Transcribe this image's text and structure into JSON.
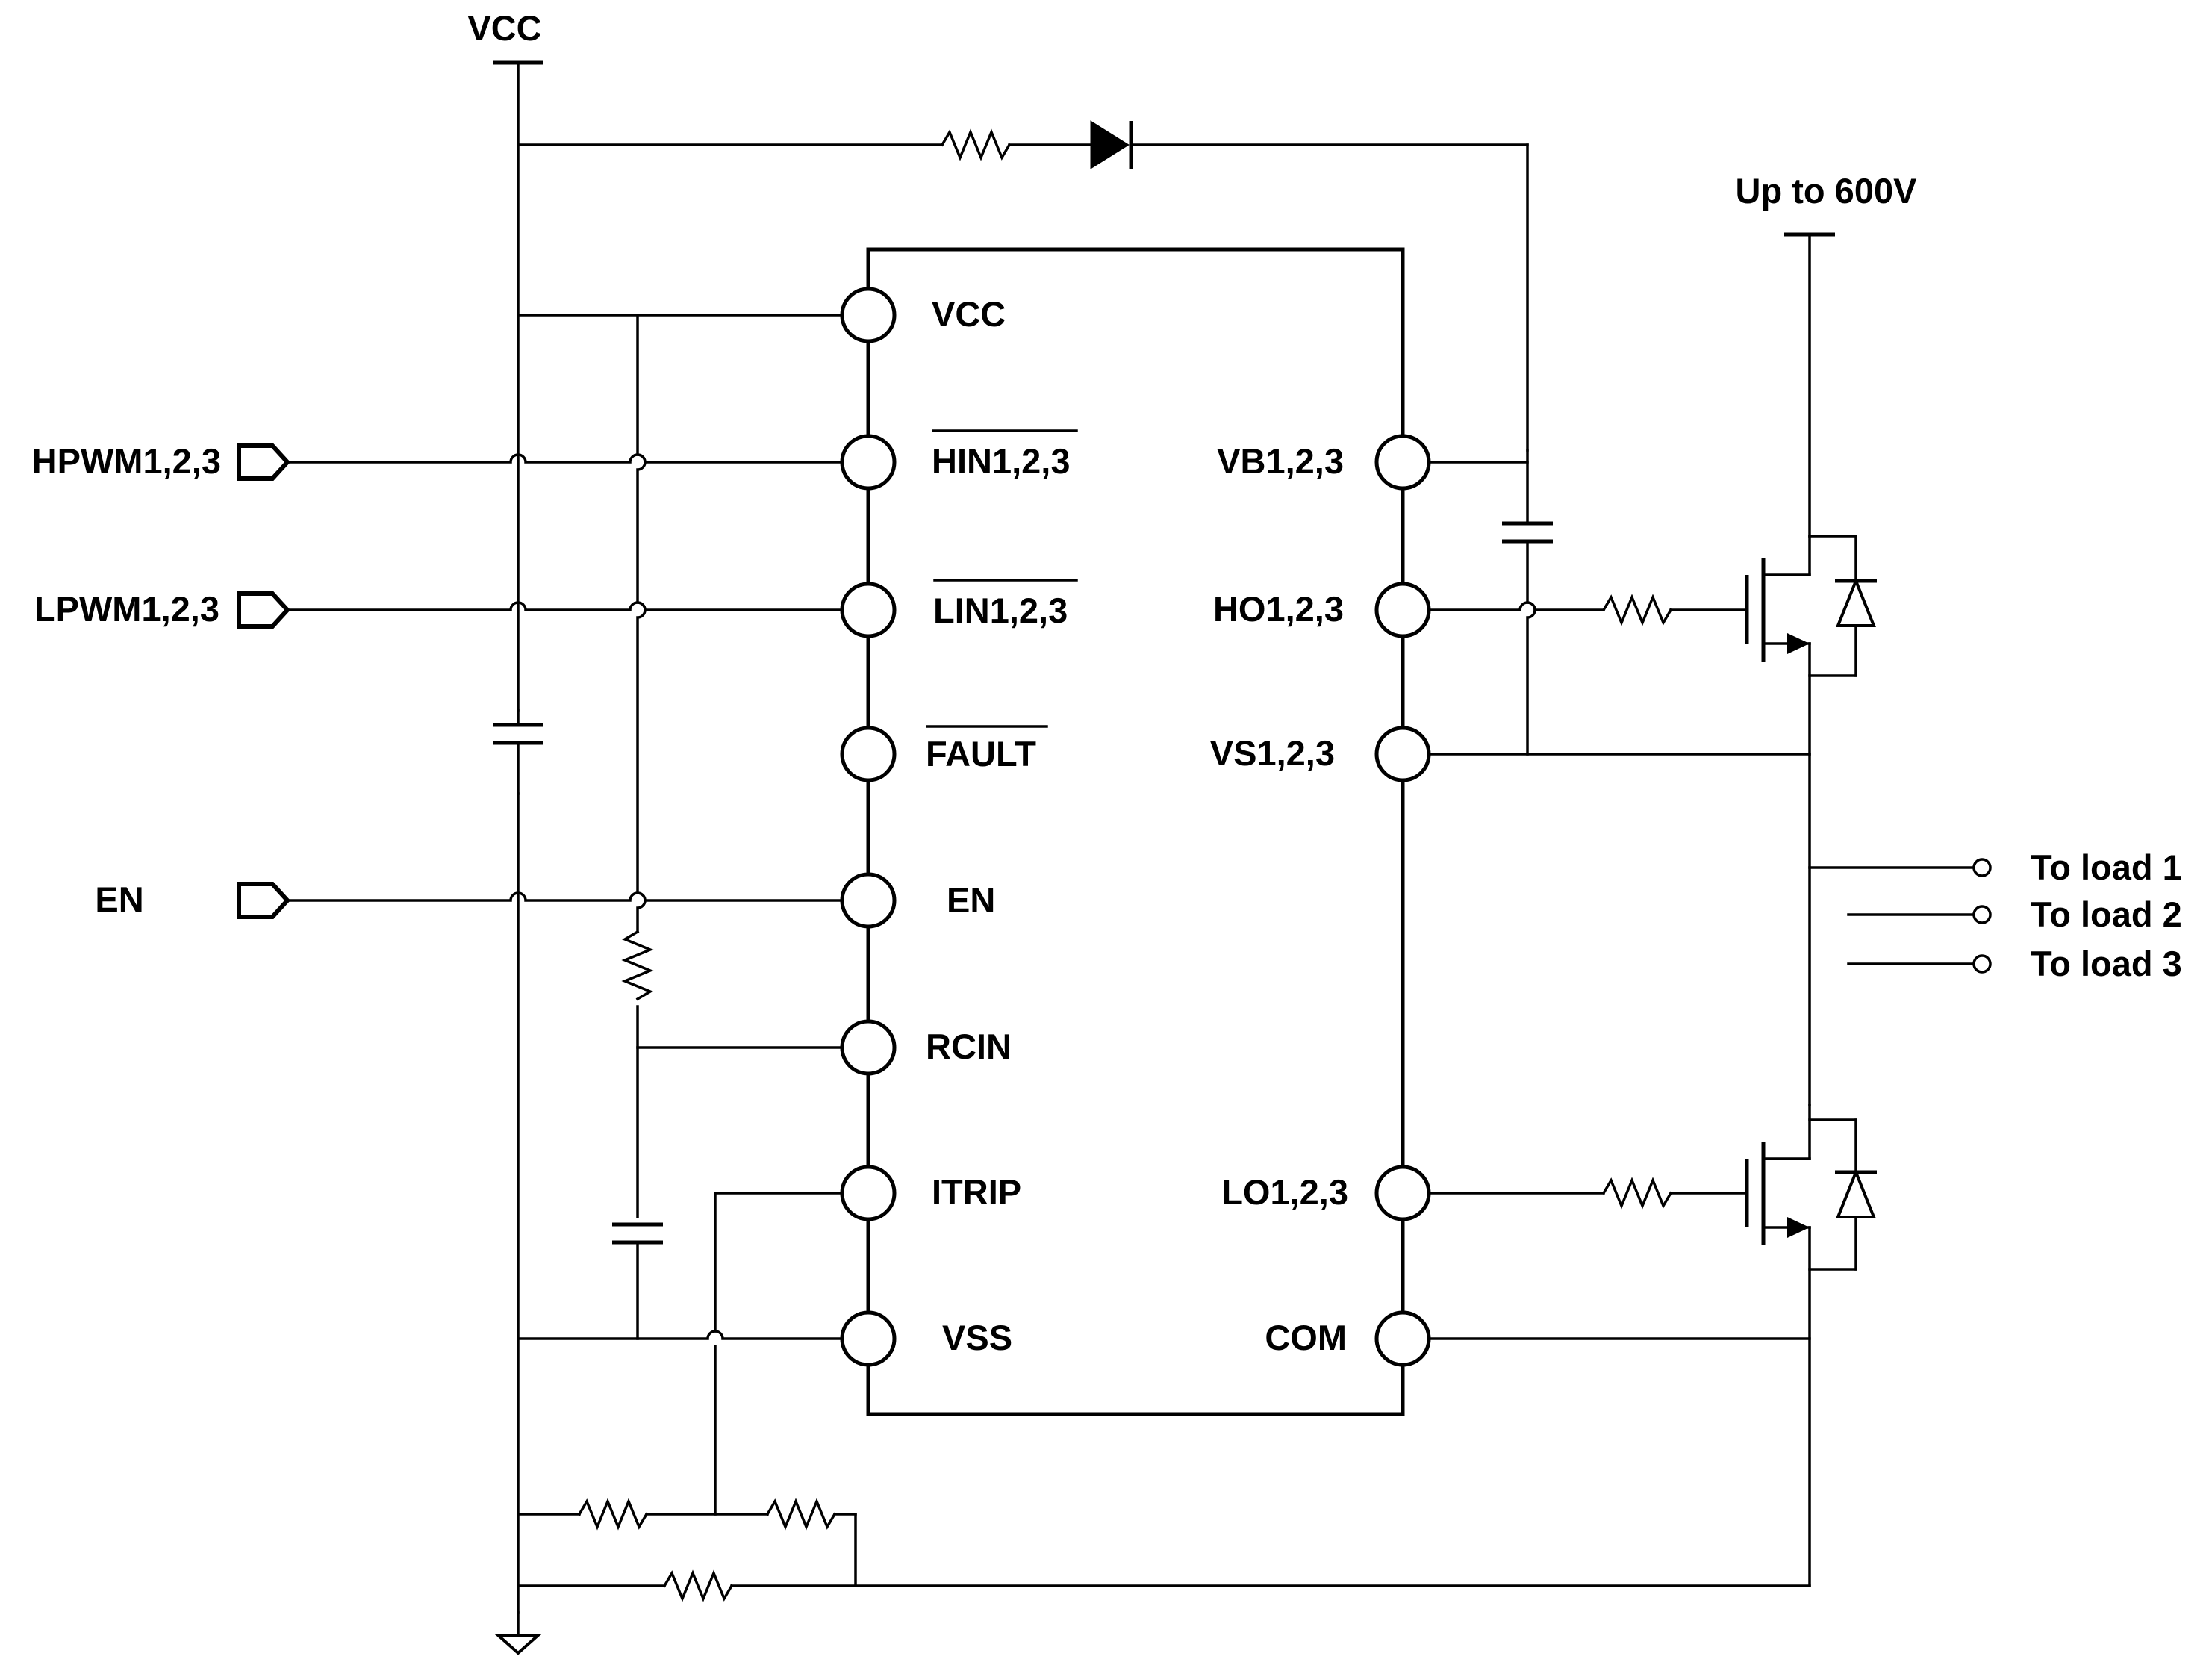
{
  "rails": {
    "vcc": "VCC",
    "hv": "Up to 600V"
  },
  "ic": {
    "left_pins": {
      "vcc": "VCC",
      "hin": "HIN1,2,3",
      "lin": "LIN1,2,3",
      "fault": "FAULT",
      "en": "EN",
      "rcin": "RCIN",
      "itrip": "ITRIP",
      "vss": "VSS"
    },
    "right_pins": {
      "vb": "VB1,2,3",
      "ho": "HO1,2,3",
      "vs": "VS1,2,3",
      "lo": "LO1,2,3",
      "com": "COM"
    }
  },
  "inputs": {
    "hpwm": "HPWM1,2,3",
    "lpwm": "LPWM1,2,3",
    "en": "EN"
  },
  "loads": {
    "load1": "To load 1",
    "load2": "To load 2",
    "load3": "To load 3"
  }
}
